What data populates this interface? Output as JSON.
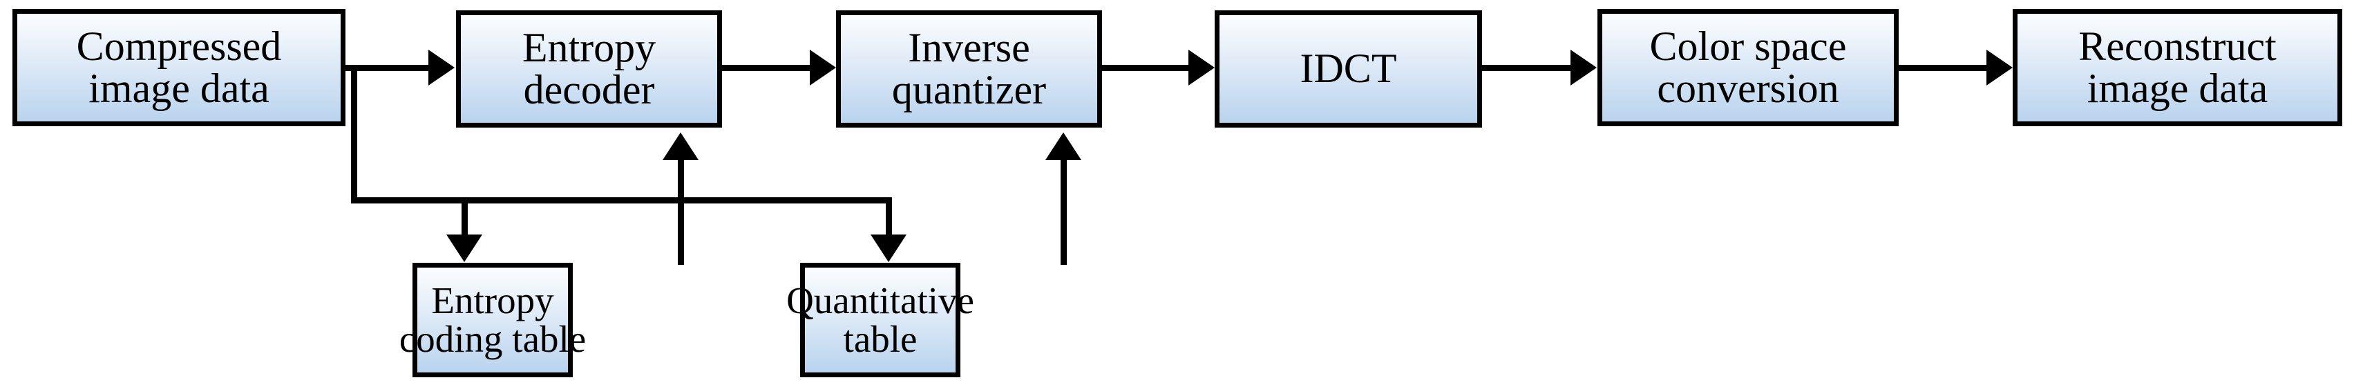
{
  "diagram": {
    "title": "JPEG decoding pipeline flowchart",
    "colors": {
      "box_border": "#000000",
      "box_fill_top": "#fbfdff",
      "box_fill_bottom": "#b9d3ee",
      "connector": "#000000",
      "background": "#ffffff"
    },
    "nodes": [
      {
        "id": "compressed-image-data",
        "line1": "Compressed",
        "line2": "image data"
      },
      {
        "id": "entropy-decoder",
        "line1": "Entropy",
        "line2": "decoder"
      },
      {
        "id": "inverse-quantizer",
        "line1": "Inverse",
        "line2": "quantizer"
      },
      {
        "id": "idct",
        "line1": "IDCT",
        "line2": ""
      },
      {
        "id": "color-space-conversion",
        "line1": "Color space",
        "line2": "conversion"
      },
      {
        "id": "reconstruct-image-data",
        "line1": "Reconstruct",
        "line2": "image data"
      },
      {
        "id": "entropy-coding-table",
        "line1": "Entropy",
        "line2": "coding table"
      },
      {
        "id": "quantitative-table",
        "line1": "Quantitative",
        "line2": "table"
      }
    ],
    "edges": [
      {
        "id": "e1",
        "from": "compressed-image-data",
        "to": "entropy-decoder",
        "kind": "arrow-right"
      },
      {
        "id": "e2",
        "from": "entropy-decoder",
        "to": "inverse-quantizer",
        "kind": "arrow-right"
      },
      {
        "id": "e3",
        "from": "inverse-quantizer",
        "to": "idct",
        "kind": "arrow-right"
      },
      {
        "id": "e4",
        "from": "idct",
        "to": "color-space-conversion",
        "kind": "arrow-right"
      },
      {
        "id": "e5",
        "from": "color-space-conversion",
        "to": "reconstruct-image-data",
        "kind": "arrow-right"
      },
      {
        "id": "e6",
        "from": "compressed-image-data",
        "to": "entropy-coding-table",
        "kind": "branch-down"
      },
      {
        "id": "e7",
        "from": "compressed-image-data",
        "to": "quantitative-table",
        "kind": "branch-down"
      },
      {
        "id": "e8",
        "from": "entropy-coding-table",
        "to": "entropy-decoder",
        "kind": "arrow-up"
      },
      {
        "id": "e9",
        "from": "quantitative-table",
        "to": "inverse-quantizer",
        "kind": "arrow-up"
      }
    ]
  }
}
